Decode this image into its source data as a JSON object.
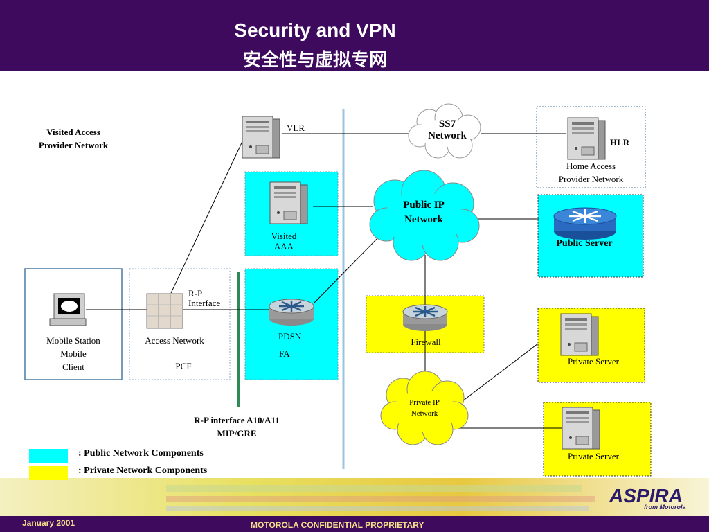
{
  "title": {
    "en": "Security and VPN",
    "zh": "安全性与虚拟专网"
  },
  "nodes": {
    "visited_network": [
      "Visited  Access",
      "Provider Network"
    ],
    "vlr": "VLR",
    "ss7": [
      "SS7",
      "Network"
    ],
    "hlr": "HLR",
    "home_network": [
      "Home Access",
      "Provider Network"
    ],
    "visited_aaa": [
      "Visited",
      "AAA"
    ],
    "public_ip": [
      "Public IP",
      "Network"
    ],
    "public_server": "Public Server",
    "rp_interface": [
      "R-P",
      "Interface"
    ],
    "pdsn": "PDSN",
    "fa": "FA",
    "firewall": "Firewall",
    "mobile_station": [
      "Mobile Station",
      "Mobile",
      "Client"
    ],
    "access_network": "Access  Network",
    "pcf": "PCF",
    "private_ip": [
      "Private IP",
      "Network"
    ],
    "private_server_1": "Private Server",
    "private_server_2": "Private Server",
    "rp_bottom": [
      "R-P interface A10/A11",
      "MIP/GRE"
    ]
  },
  "legend": {
    "public": ": Public Network Components",
    "private": ": Private Network Components"
  },
  "colors": {
    "header": "#3d0a5e",
    "public": "#00ffff",
    "private": "#ffff00",
    "divider": "#99c4e0",
    "rp_line": "#2e8b57",
    "footer_text": "#f5e08a"
  },
  "footer": {
    "date": "January 2001",
    "confidential": "MOTOROLA CONFIDENTIAL PROPRIETARY",
    "logo": "ASPIRA",
    "logo_sub": "from Motorola"
  }
}
